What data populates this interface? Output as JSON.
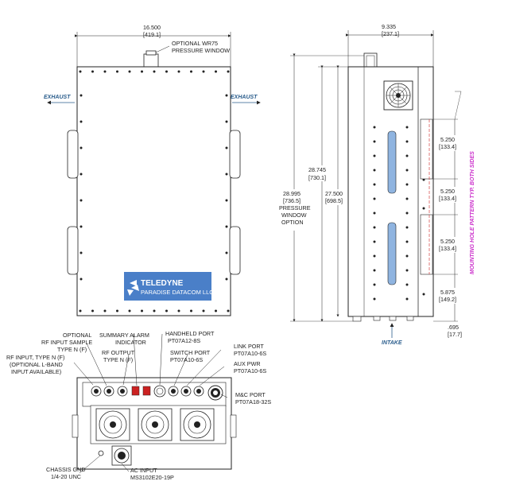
{
  "front_view": {
    "width_dim": "16.500",
    "width_dim_mm": "[419.1]",
    "pressure_window": [
      "OPTIONAL WR75",
      "PRESSURE WINDOW"
    ],
    "exhaust_left": "EXHAUST",
    "exhaust_right": "EXHAUST",
    "logo_line1": "TELEDYNE",
    "logo_line2": "PARADISE DATACOM LLC"
  },
  "side_view": {
    "depth_dim": "9.335",
    "depth_dim_mm": "[237.1]",
    "height_a": [
      "28.995",
      "[736.5]",
      "PRESSURE",
      "WINDOW",
      "OPTION"
    ],
    "height_b": [
      "28.745",
      "[730.1]"
    ],
    "height_c": [
      "27.500",
      "[698.5]"
    ],
    "spacing_1": [
      "5.250",
      "[133.4]"
    ],
    "spacing_2": [
      "5.250",
      "[133.4]"
    ],
    "spacing_3": [
      "5.250",
      "[133.4]"
    ],
    "spacing_4": [
      "5.875",
      "[149.2]"
    ],
    "bottom_offset": [
      ".695",
      "[17.7]"
    ],
    "intake": "INTAKE",
    "mounting_note": "MOUNTING HOLE PATTERN TYP. BOTH SIDES"
  },
  "bottom_view": {
    "rf_input_sample": [
      "OPTIONAL",
      "RF INPUT SAMPLE",
      "TYPE N (F)"
    ],
    "rf_input": [
      "RF INPUT, TYPE N (F)",
      "(OPTIONAL L-BAND",
      "INPUT AVAILABLE)"
    ],
    "summary_alarm": [
      "SUMMARY ALARM",
      "INDICATOR"
    ],
    "rf_output": [
      "RF OUTPUT",
      "TYPE N (F)"
    ],
    "handheld_port": [
      "HANDHELD PORT",
      "PT07A12-8S"
    ],
    "switch_port": [
      "SWITCH PORT",
      "PT07A10-6S"
    ],
    "link_port": [
      "LINK PORT",
      "PT07A10-6S"
    ],
    "aux_pwr": [
      "AUX PWR",
      "PT07A10-6S"
    ],
    "mc_port": [
      "M&C PORT",
      "PT07A18-32S"
    ],
    "chassis_gnd": [
      "CHASSIS GND",
      "1/4-20 UNC"
    ],
    "ac_input": [
      "AC INPUT",
      "MS3102E20-19P"
    ]
  },
  "colors": {
    "logo_blue": "#4a7fc8",
    "slot_blue": "#8fb4e0",
    "alarm_red": "#cc2222",
    "note_magenta": "#cc33cc",
    "exhaust_blue": "#2a5d8c"
  }
}
